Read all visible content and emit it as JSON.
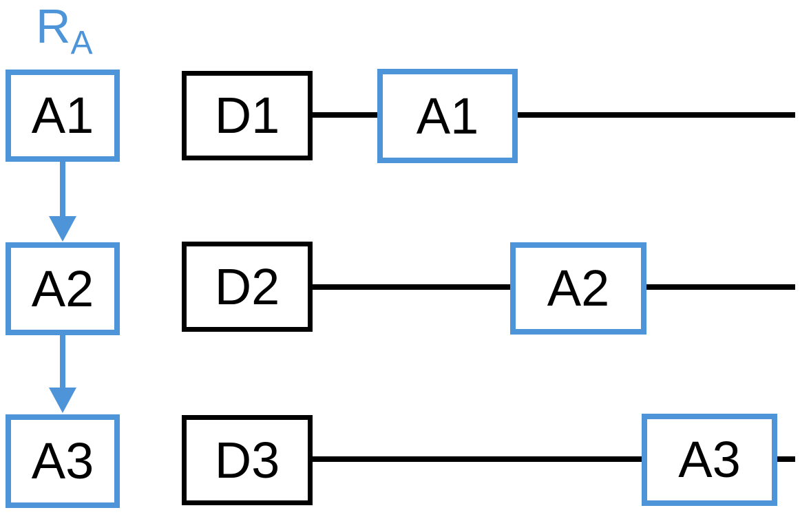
{
  "colors": {
    "accent_blue": "#4E94D8",
    "line_black": "#000000"
  },
  "register": {
    "label_main": "R",
    "label_subscript": "A",
    "nodes": [
      {
        "label": "A1"
      },
      {
        "label": "A2"
      },
      {
        "label": "A3"
      }
    ]
  },
  "timelines": {
    "rows": [
      {
        "device": "D1",
        "event": "A1"
      },
      {
        "device": "D2",
        "event": "A2"
      },
      {
        "device": "D3",
        "event": "A3"
      }
    ]
  }
}
